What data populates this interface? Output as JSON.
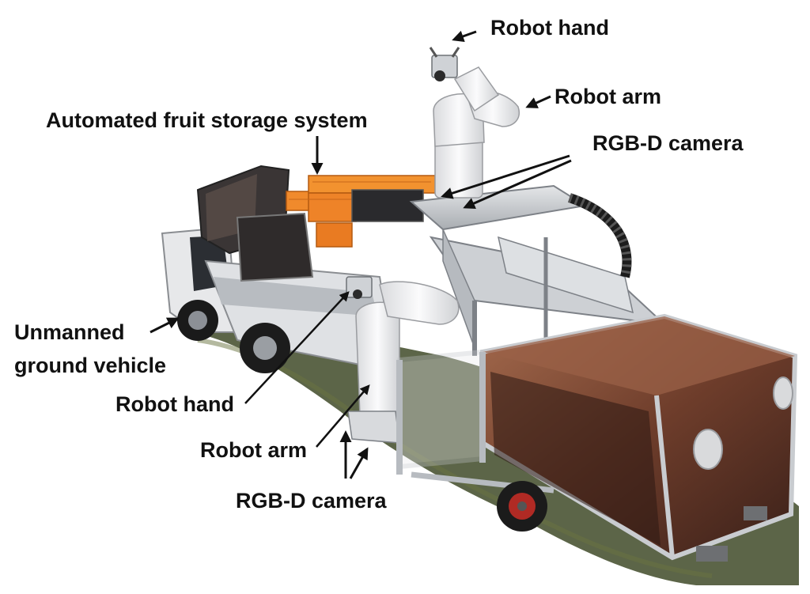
{
  "labels": {
    "robot_hand_top": "Robot hand",
    "robot_arm_top": "Robot arm",
    "storage": "Automated fruit storage system",
    "rgbd_top": "RGB-D camera",
    "ugv_line1": "Unmanned",
    "ugv_line2": "ground vehicle",
    "robot_hand_bottom": "Robot hand",
    "robot_arm_bottom": "Robot arm",
    "rgbd_bottom": "RGB-D camera"
  },
  "colors": {
    "crate_orange": "#f08a2c",
    "frame_silver": "#c9ccd0",
    "enclosure_brown": "#7a4a34",
    "arm_white": "#f1f1f3",
    "grass": "#4b5a2e",
    "wheel_red": "#b02a24",
    "arrow_black": "#111111"
  }
}
